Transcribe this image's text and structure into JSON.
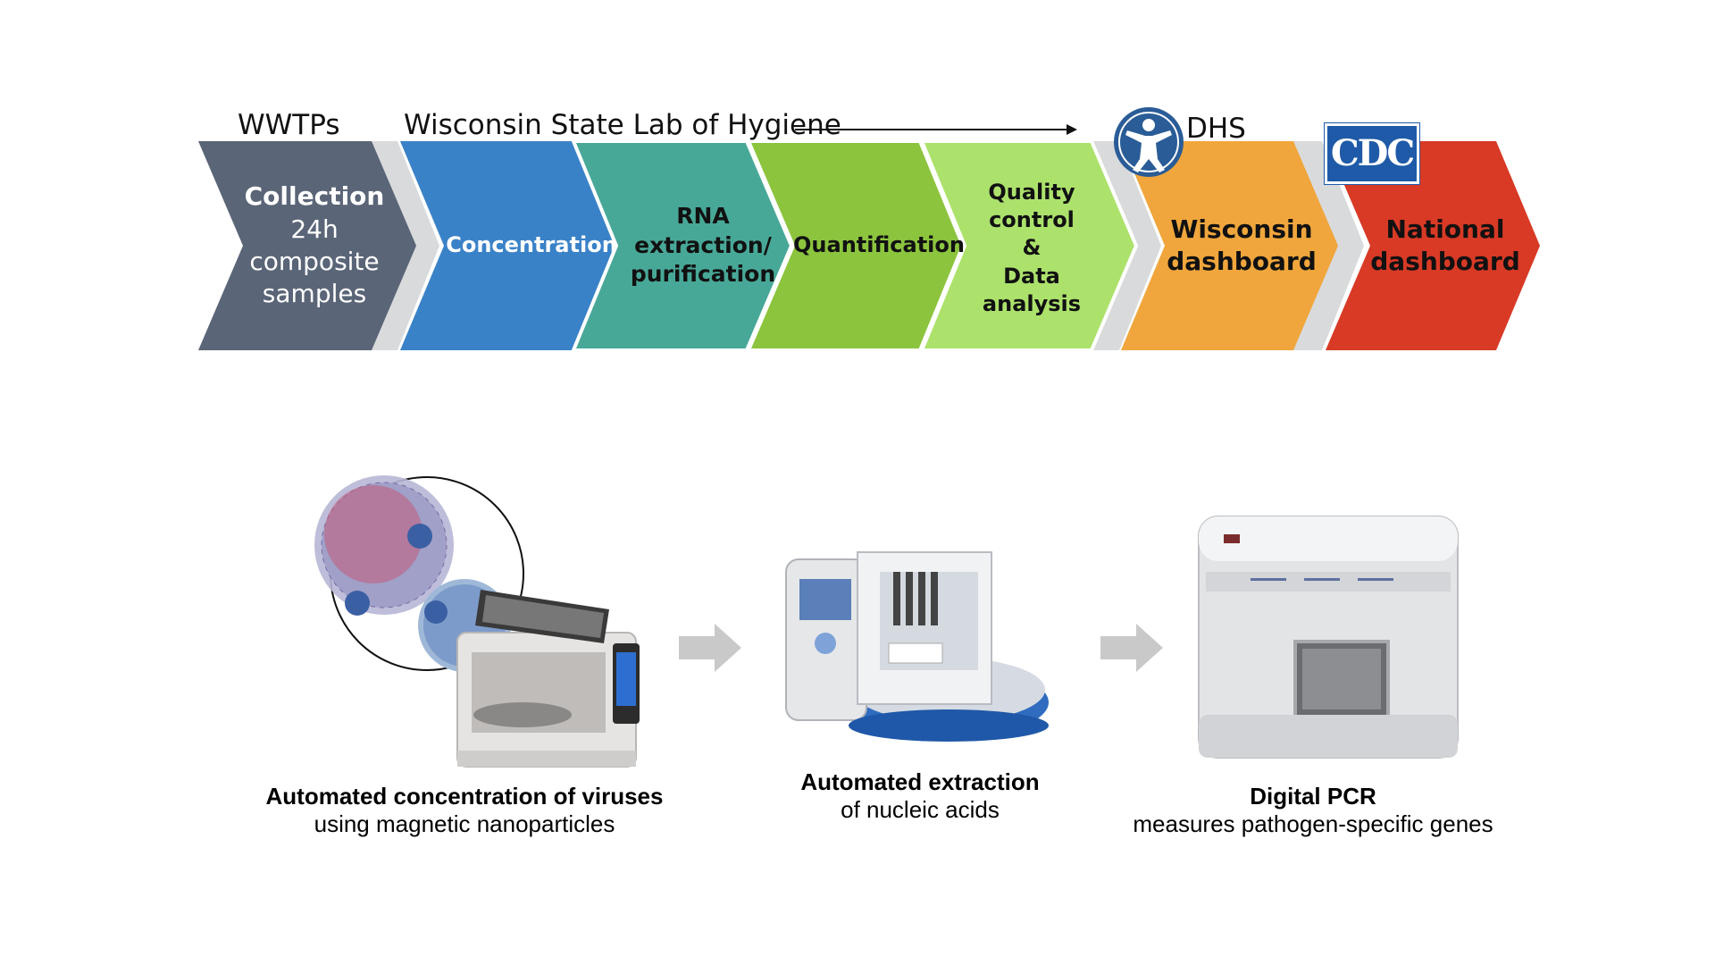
{
  "top_labels": {
    "wwtps": "WWTPs",
    "lab": "Wisconsin State Lab of Hygiene",
    "dhs": "DHS",
    "cdc": "CDC"
  },
  "steps": [
    {
      "id": "collection",
      "title": "Collection",
      "lines": [
        "24h",
        "composite",
        "samples"
      ],
      "color": "#5a6577",
      "text_color": "#ffffff"
    },
    {
      "id": "concentration",
      "title": "Concentration",
      "lines": [],
      "color": "#3a82c8",
      "text_color": "#ffffff"
    },
    {
      "id": "rna",
      "title": "RNA",
      "lines": [
        "extraction/",
        "purification"
      ],
      "color": "#48a898",
      "text_color": "#111111"
    },
    {
      "id": "quantification",
      "title": "Quantification",
      "lines": [],
      "color": "#8cc43e",
      "text_color": "#111111"
    },
    {
      "id": "qc",
      "title": "Quality",
      "lines": [
        "control",
        "&",
        "Data",
        "analysis"
      ],
      "color": "#ace26c",
      "text_color": "#111111"
    },
    {
      "id": "wisconsin",
      "title": "Wisconsin",
      "lines": [
        "dashboard"
      ],
      "color": "#f0a63c",
      "text_color": "#111111"
    },
    {
      "id": "national",
      "title": "National",
      "lines": [
        "dashboard"
      ],
      "color": "#d83a26",
      "text_color": "#111111"
    }
  ],
  "separator_color": "#d9dadc",
  "instruments": [
    {
      "id": "concentration-instrument",
      "title": "Automated concentration of viruses",
      "subtitle": "using magnetic nanoparticles"
    },
    {
      "id": "extraction-instrument",
      "title": "Automated extraction",
      "subtitle": "of nucleic acids"
    },
    {
      "id": "pcr-instrument",
      "title": "Digital PCR",
      "subtitle": "measures pathogen-specific genes"
    }
  ]
}
